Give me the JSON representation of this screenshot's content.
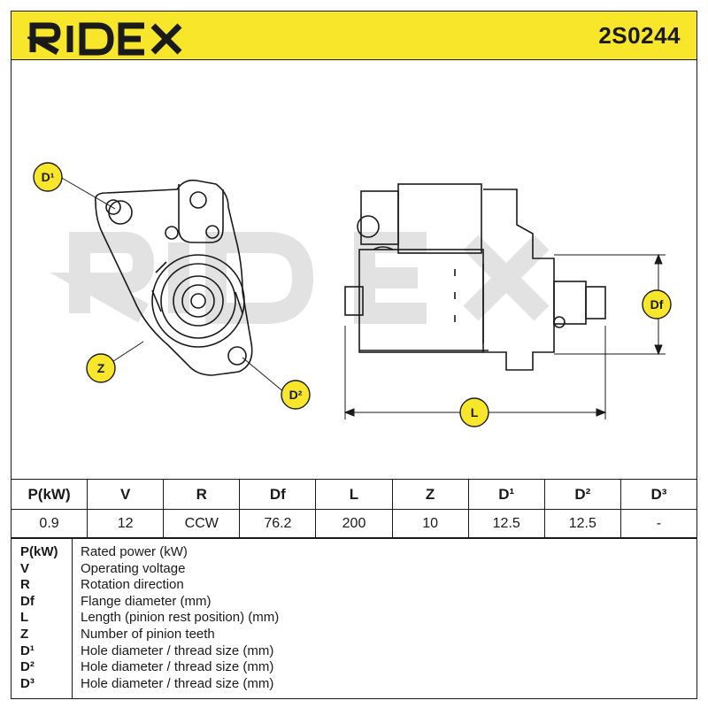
{
  "header": {
    "brand": "RIDEX",
    "part_number": "2S0244",
    "colors": {
      "yellow": "#f7e629",
      "ink": "#1a1a1a"
    }
  },
  "drawing": {
    "labels": {
      "d1": "D¹",
      "d2": "D²",
      "z": "Z",
      "df": "Df",
      "l": "L"
    },
    "watermark": "RIDEX"
  },
  "specs": {
    "headers": [
      "P(kW)",
      "V",
      "R",
      "Df",
      "L",
      "Z",
      "D¹",
      "D²",
      "D³"
    ],
    "values": [
      "0.9",
      "12",
      "CCW",
      "76.2",
      "200",
      "10",
      "12.5",
      "12.5",
      "-"
    ]
  },
  "legend": [
    {
      "key": "P(kW)",
      "desc": "Rated power (kW)"
    },
    {
      "key": "V",
      "desc": "Operating voltage"
    },
    {
      "key": "R",
      "desc": "Rotation direction"
    },
    {
      "key": "Df",
      "desc": "Flange diameter (mm)"
    },
    {
      "key": "L",
      "desc": "Length (pinion rest position) (mm)"
    },
    {
      "key": "Z",
      "desc": "Number of pinion teeth"
    },
    {
      "key": "D¹",
      "desc": "Hole diameter / thread size (mm)"
    },
    {
      "key": "D²",
      "desc": "Hole diameter / thread size (mm)"
    },
    {
      "key": "D³",
      "desc": "Hole diameter / thread size (mm)"
    }
  ]
}
